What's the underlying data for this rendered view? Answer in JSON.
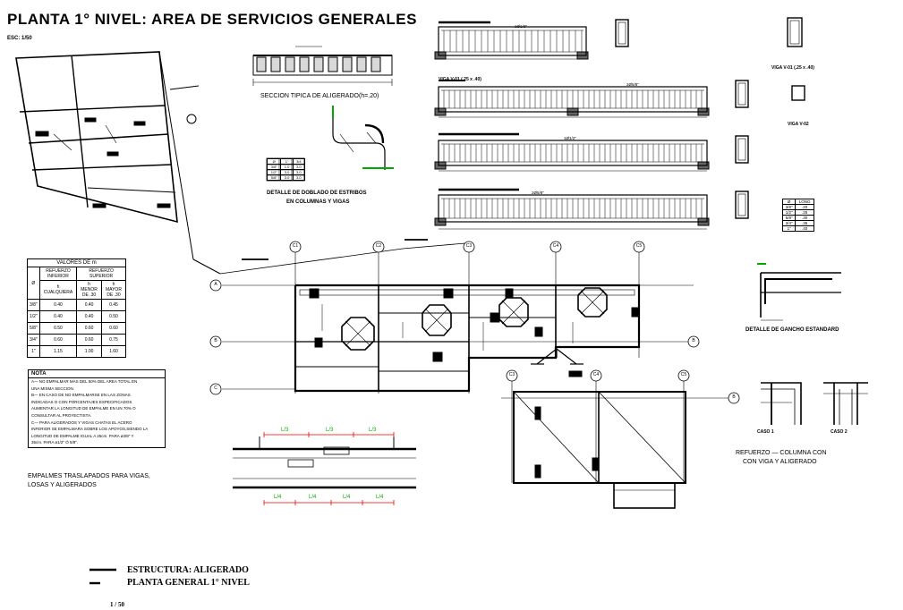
{
  "sheet": {
    "title": "PLANTA 1° NIVEL:  AREA DE SERVICIOS GENERALES",
    "scale": "ESC: 1/50"
  },
  "captions": {
    "section_aligerado": "SECCION TIPICA DE ALIGERADO(h=.20)",
    "detalle_doblado_1": "DETALLE DE DOBLADO DE ESTRIBOS",
    "detalle_doblado_2": "EN COLUMNAS Y VIGAS",
    "empalmes_1": "EMPALMES TRASLAPADOS PARA VIGAS,",
    "empalmes_2": "LOSAS Y ALIGERADOS",
    "gancho": "DETALLE DE GANCHO ESTANDARD",
    "refuerzo_1": "REFUERZO  —  COLUMNA  CON",
    "refuerzo_2": "CON  VIGA  Y  ALIGERADO",
    "caso_1": "CASO 1",
    "caso_2": "CASO 2",
    "viga_a": "VIGA V-01 (.25 x .40)",
    "viga_b": "VIGA V-01 (.25 x .40)",
    "viga_c": "VIGA V-02"
  },
  "valores_table": {
    "title": "VALORES     DE     m",
    "headers": [
      "Ø",
      "REFUERZO INFERIOR",
      "REFUERZO SUPERIOR"
    ],
    "subheaders": [
      "h CUALQUIERA",
      "h MENOR DE .30",
      "h MAYOR DE .30"
    ],
    "rows": [
      [
        "3/8\"",
        "0.40",
        "0.40",
        "0.45"
      ],
      [
        "1/2\"",
        "0.40",
        "0.40",
        "0.50"
      ],
      [
        "5/8\"",
        "0.50",
        "0.60",
        "0.60"
      ],
      [
        "3/4\"",
        "0.60",
        "0.60",
        "0.75"
      ],
      [
        "1\"",
        "1.15",
        "1.00",
        "1.60"
      ]
    ]
  },
  "nota": {
    "heading": "NOTA",
    "lines": [
      "A— NO EMPALMAR MAS DEL 50% DEL AREA TOTAL EN",
      "    UNA MISMA SECCION.",
      "B— EN CASO DE NO EMPALMARSE EN LAS ZONAS",
      "    INDICADAS O CON PORCENTAJES ESPECIFICADOS",
      "    AUMENTAR LA LONGITUD DE EMPALME EN UN 70% O",
      "    CONSULTAR AL PROYECTISTA.",
      "C— PARA ALIGERADOS Y VIGAS CHATAS EL ACERO",
      "    INFERIOR SE EMPALMARA SOBRE LOS APOYOS,SIENDO LA",
      "    LONGITUD DE EMPALME IGUAL A 25cm. PARA ø3/8\" Y",
      "    35cm. PARA ø1/2\" Ó 5/8\"."
    ]
  },
  "stirrup_table": {
    "rows": [
      [
        "Ø",
        "1\"",
        "3/4"
      ],
      [
        "3/8\"",
        "1.0",
        "3.0"
      ],
      [
        "1/2\"",
        "3.0",
        "3.0"
      ],
      [
        "5/8\"",
        "3.0",
        "3.0"
      ]
    ]
  },
  "hook_table": {
    "rows": [
      [
        "Ø",
        "LONG"
      ],
      [
        "3/8\"",
        ".20"
      ],
      [
        "1/2\"",
        ".25"
      ],
      [
        "5/8\"",
        ".30"
      ],
      [
        "3/4\"",
        ".35"
      ],
      [
        "1\"",
        ".40"
      ]
    ]
  },
  "axes": {
    "columns": [
      "C1",
      "C2",
      "C3",
      "C4",
      "C5"
    ],
    "rows": [
      "A",
      "B",
      "C"
    ],
    "lower_columns": [
      "C3",
      "C4",
      "C5"
    ],
    "lower_row": "B"
  },
  "marks": {
    "quarter": "L/4",
    "third": "L/3",
    "bar": "1Ø1/2\"",
    "bar2": "2Ø5/8\""
  },
  "footer": {
    "line1": "ESTRUCTURA: ALIGERADO",
    "line2": "PLANTA GENERAL 1° NIVEL",
    "page": "1 / 50"
  }
}
